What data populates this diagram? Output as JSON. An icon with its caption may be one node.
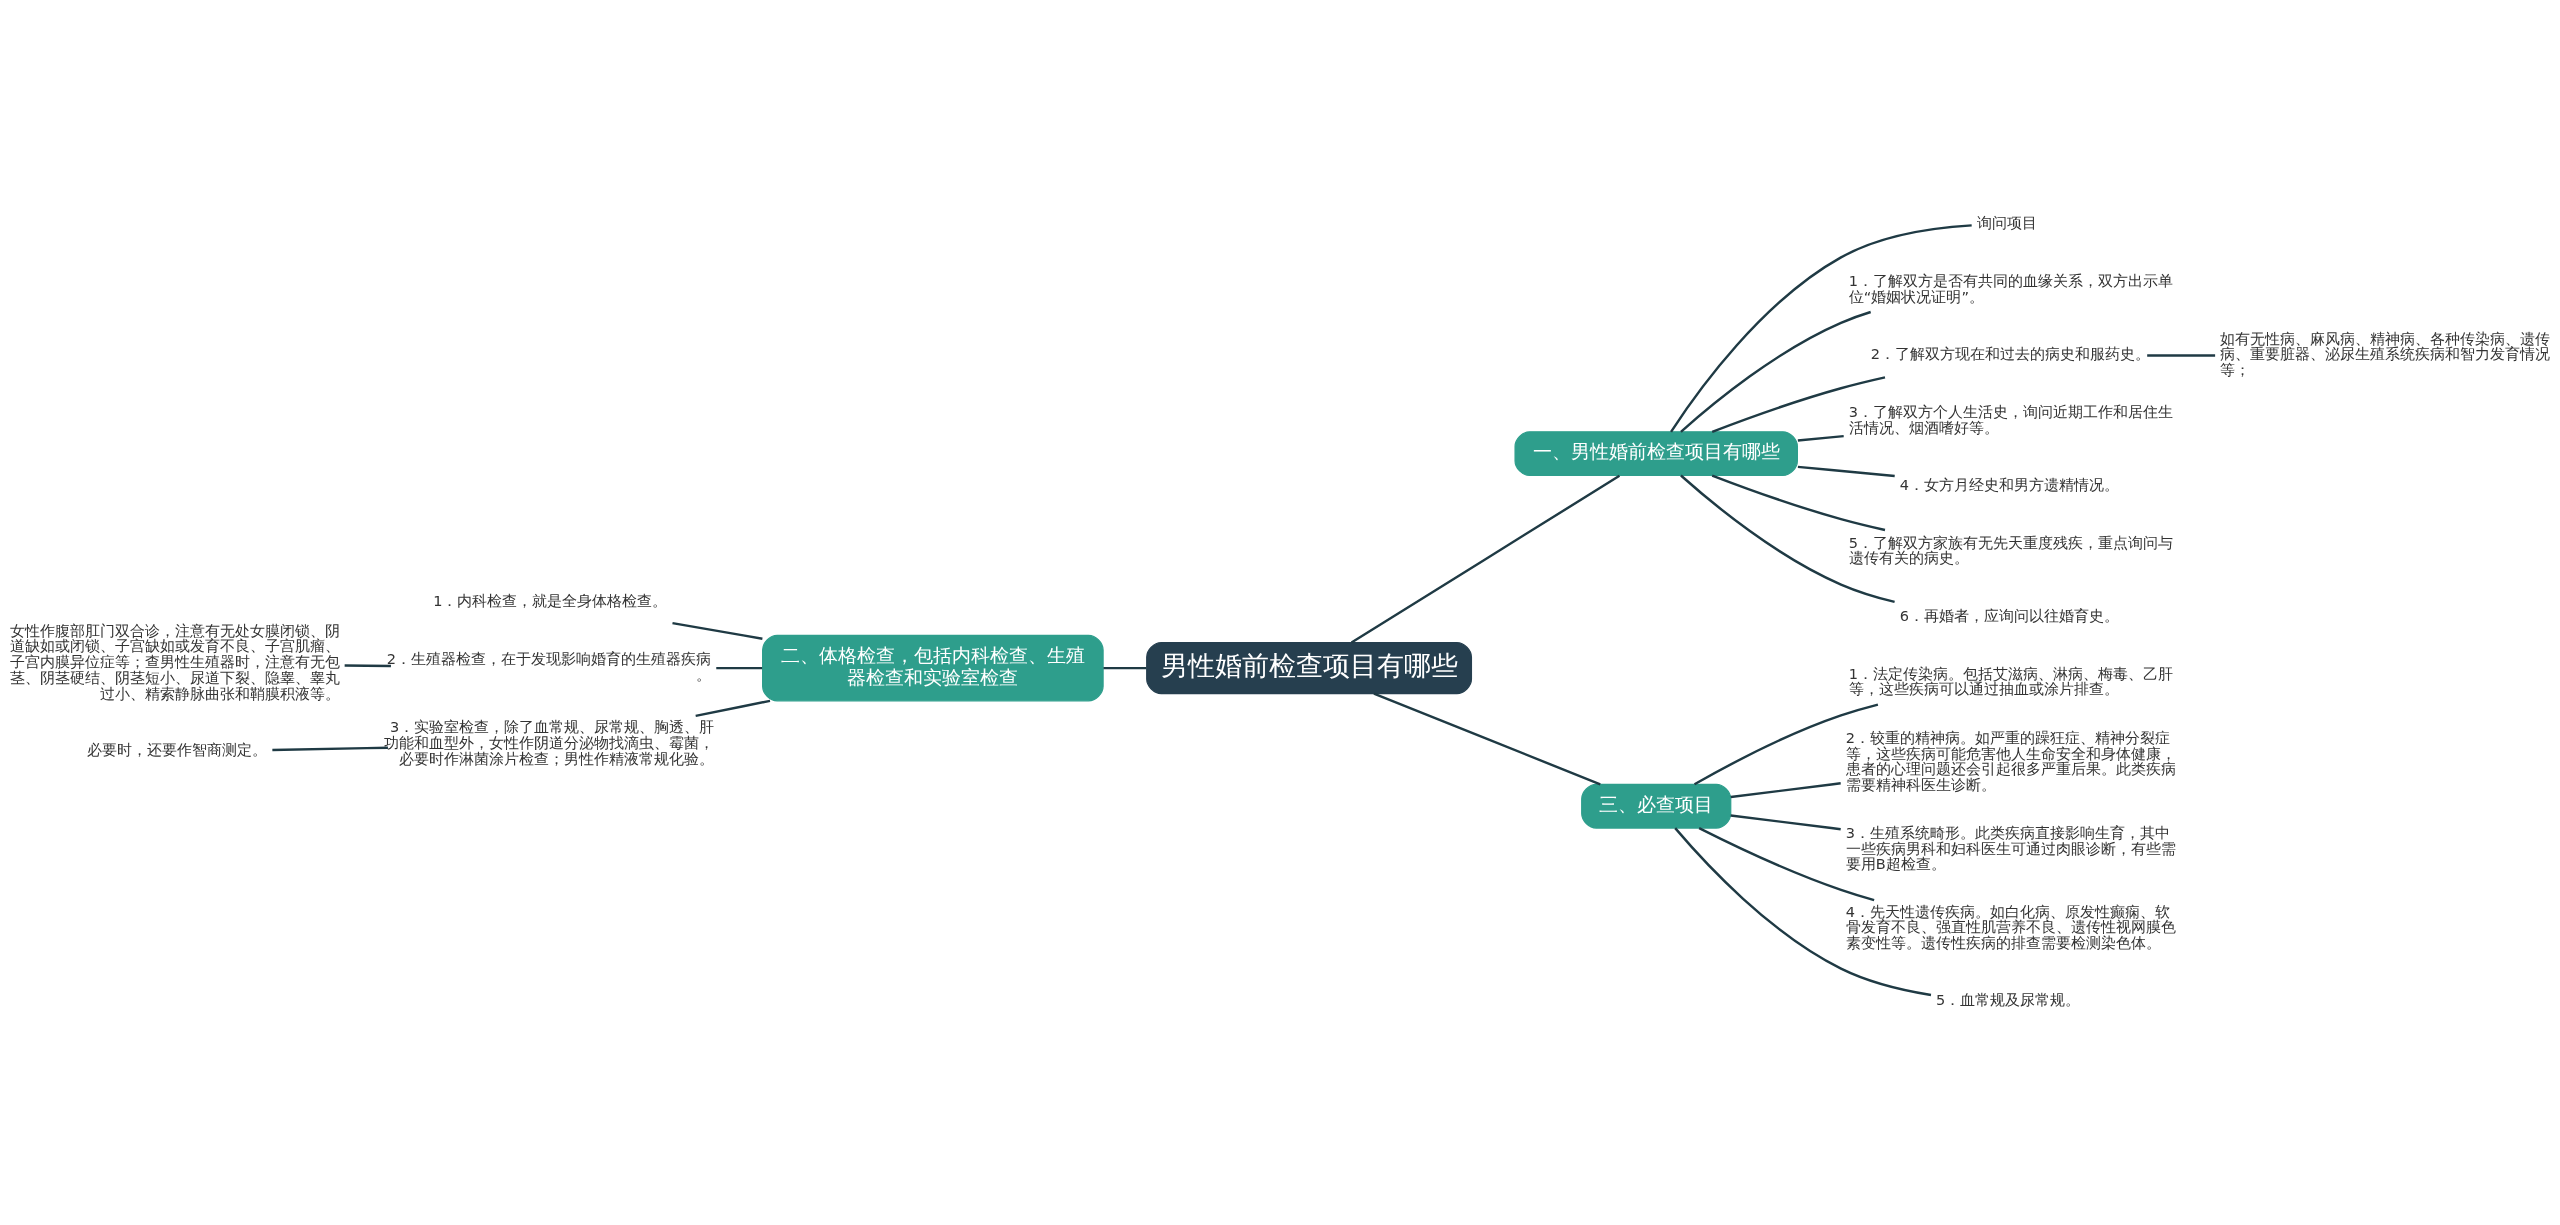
{
  "diagram": {
    "nodes": [
      {
        "text": [
          "男性婚前检查项目有哪些"
        ]
      },
      {
        "text": [
          "一、男性婚前检查项目有哪些"
        ]
      },
      {
        "text": [
          "询问项目"
        ]
      },
      {
        "text": [
          "1．了解双方是否有共同的血缘关系，双方出示单位“婚姻状况证明”。"
        ]
      },
      {
        "text": [
          "2．了解双方现在和过去的病史和服药史。"
        ]
      },
      {
        "text": [
          "如有无性病、麻风病、精神病、各种传染病、遗传病、重要脏器、泌尿生殖系统疾病和智力发育情况等；"
        ]
      },
      {
        "text": [
          "3．了解双方个人生活史，询问近期工作和居住生活情况、烟酒嗜好等。"
        ]
      },
      {
        "text": [
          "4．女方月经史和男方遗精情况。"
        ]
      },
      {
        "text": [
          "5．了解双方家族有无先天重度残疾，重点询问与遗传有关的病史。"
        ]
      },
      {
        "text": [
          "6．再婚者，应询问以往婚育史。"
        ]
      },
      {
        "text": [
          "二、体格检查，包括内科检查、生殖器检查和实验室检查"
        ]
      },
      {
        "text": [
          "1．内科检查，就是全身体格检查。"
        ]
      },
      {
        "text": [
          "2．生殖器检查，在于发现影响婚育的生殖器疾病。"
        ]
      },
      {
        "text": [
          "女性作腹部肛门双合诊，注意有无处女膜闭锁、阴道缺如或闭锁、子宫缺如或发育不良、子宫肌瘤、子宫内膜异位症等；查男性生殖器时，注意有无包茎、阴茎硬结、阴茎短小、尿道下裂、隐睾、睾丸过小、精索静脉曲张和鞘膜积液等。"
        ]
      },
      {
        "text": [
          "3．实验室检查，除了血常规、尿常规、胸透、肝功能和血型外，女性作阴道分泌物找滴虫、霉菌，必要时作淋菌涂片检查；男性作精液常规化验。"
        ]
      },
      {
        "text": [
          "必要时，还要作智商测定。"
        ]
      },
      {
        "text": [
          "三、必查项目"
        ]
      },
      {
        "text": [
          "1．法定传染病。包括艾滋病、淋病、梅毒、乙肝等，这些疾病可以通过抽血或涂片排查。"
        ]
      },
      {
        "text": [
          "2．较重的精神病。如严重的躁狂症、精神分裂症等，这些疾病可能危害他人生命安全和身体健康，患者的心理问题还会引起很多严重后果。此类疾病需要精神科医生诊断。"
        ]
      },
      {
        "text": [
          "3．生殖系统畸形。此类疾病直接影响生育，其中一些疾病男科和妇科医生可通过肉眼诊断，有些需要用B超检查。"
        ]
      },
      {
        "text": [
          "4．先天性遗传疾病。如白化病、原发性癫痫、软骨发育不良、强直性肌营养不良、遗传性视网膜色素变性等。遗传性疾病的排查需要检测染色体。"
        ]
      },
      {
        "text": [
          "5．血常规及尿常规。"
        ]
      }
    ],
    "edges": [
      {
        "from": 0,
        "to": 1,
        "arrow": "none"
      },
      {
        "from": 1,
        "to": 2,
        "arrow": "none"
      },
      {
        "from": 1,
        "to": 3,
        "arrow": "none"
      },
      {
        "from": 1,
        "to": 4,
        "arrow": "none"
      },
      {
        "from": 4,
        "to": 5,
        "arrow": "none"
      },
      {
        "from": 1,
        "to": 6,
        "arrow": "none"
      },
      {
        "from": 1,
        "to": 7,
        "arrow": "none"
      },
      {
        "from": 1,
        "to": 8,
        "arrow": "none"
      },
      {
        "from": 1,
        "to": 9,
        "arrow": "none"
      },
      {
        "from": 0,
        "to": 10,
        "arrow": "none"
      },
      {
        "from": 10,
        "to": 11,
        "arrow": "none"
      },
      {
        "from": 10,
        "to": 12,
        "arrow": "none"
      },
      {
        "from": 12,
        "to": 13,
        "arrow": "none"
      },
      {
        "from": 10,
        "to": 14,
        "arrow": "none"
      },
      {
        "from": 14,
        "to": 15,
        "arrow": "none"
      },
      {
        "from": 0,
        "to": 16,
        "arrow": "none"
      },
      {
        "from": 16,
        "to": 17,
        "arrow": "none"
      },
      {
        "from": 16,
        "to": 18,
        "arrow": "none"
      },
      {
        "from": 16,
        "to": 19,
        "arrow": "none"
      },
      {
        "from": 16,
        "to": 20,
        "arrow": "none"
      },
      {
        "from": 16,
        "to": 21,
        "arrow": "none"
      }
    ]
  }
}
